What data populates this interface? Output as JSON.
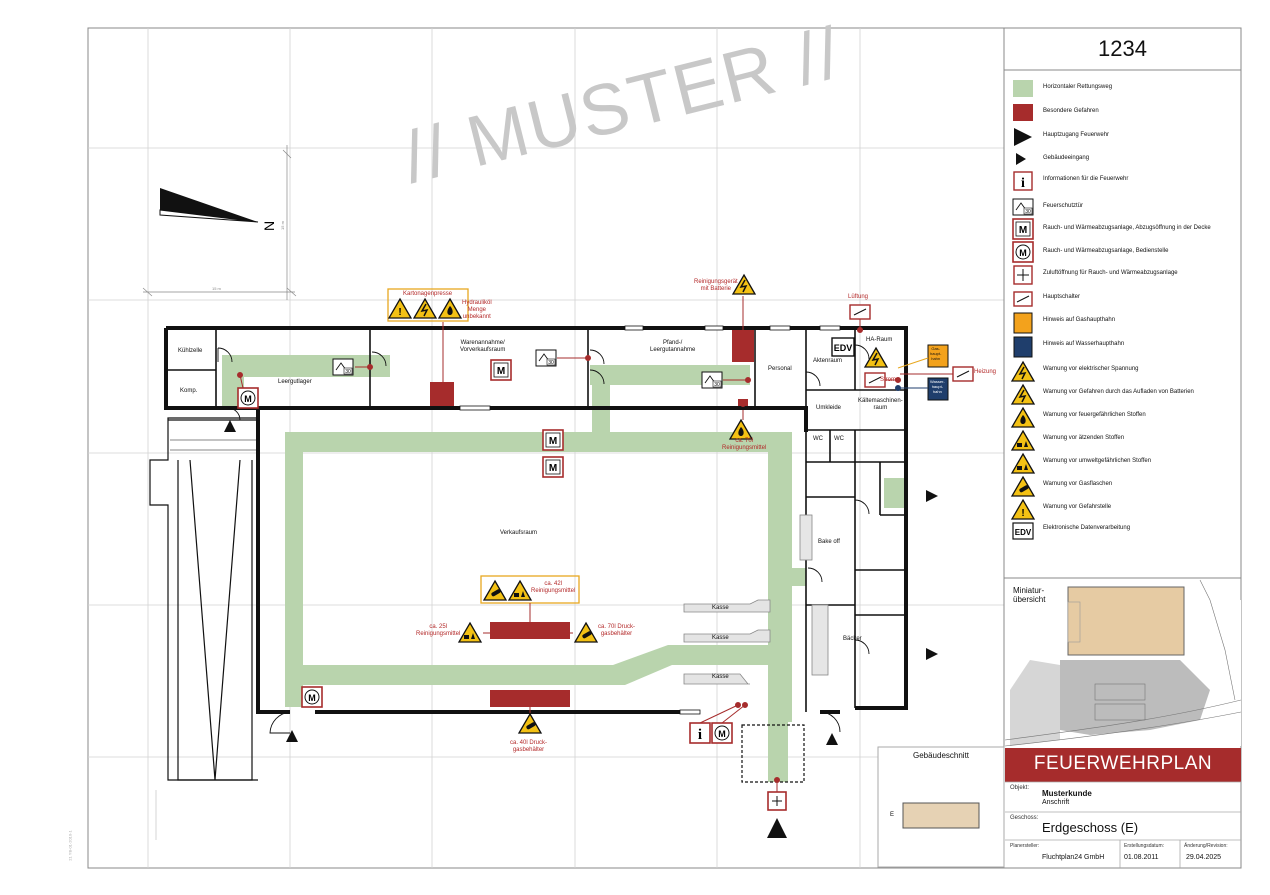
{
  "plan_number": "1234",
  "watermark": "// MUSTER //",
  "north_label": "N",
  "dimension_labels": {
    "horizontal": "15 m",
    "vertical": "15 m"
  },
  "legend": [
    {
      "icon": "green-swatch",
      "color": "#b9d4ad",
      "text": "Horizontaler Rettungsweg"
    },
    {
      "icon": "red-swatch",
      "color": "#a62c2c",
      "text": "Besondere Gefahren"
    },
    {
      "icon": "large-arrow-icon",
      "text": "Hauptzugang Feuerwehr"
    },
    {
      "icon": "small-arrow-icon",
      "text": "Gebäudeeingang"
    },
    {
      "icon": "info-icon",
      "text": "Informationen für die Feuerwehr"
    },
    {
      "icon": "fire-door-icon",
      "text": "Feuerschutztür"
    },
    {
      "icon": "smoke-vent-ceiling-icon",
      "text": "Rauch- und Wärmeabzugsanlage, Abzugsöffnung in der Decke"
    },
    {
      "icon": "smoke-vent-control-icon",
      "text": "Rauch- und Wärmeabzugsanlage, Bedienstelle"
    },
    {
      "icon": "air-inlet-icon",
      "text": "Zuluftöffnung für Rauch- und Wärmeabzugsanlage"
    },
    {
      "icon": "main-switch-icon",
      "text": "Hauptschalter"
    },
    {
      "icon": "gas-valve-icon",
      "text": "Hinweis auf Gashaupthahn"
    },
    {
      "icon": "water-valve-icon",
      "text": "Hinweis auf Wasserhaupthahn"
    },
    {
      "icon": "voltage-warning-icon",
      "text": "Warnung vor elektrischer Spannung"
    },
    {
      "icon": "battery-warning-icon",
      "text": "Warnung vor Gefahren durch das Aufladen von Batterien"
    },
    {
      "icon": "flammable-warning-icon",
      "text": "Warnung vor feuergefährlichen Stoffen"
    },
    {
      "icon": "corrosive-warning-icon",
      "text": "Warnung vor ätzenden Stoffen"
    },
    {
      "icon": "environment-warning-icon",
      "text": "Warnung vor umweltgefährlichen Stoffen"
    },
    {
      "icon": "gas-cylinder-warning-icon",
      "text": "Warnung vor Gasflaschen"
    },
    {
      "icon": "general-warning-icon",
      "text": "Warnung vor Gefahrstelle"
    },
    {
      "icon": "edv-icon",
      "text": "Elektronische Datenverarbeitung"
    }
  ],
  "miniature_title": "Miniatur-\nübersicht",
  "section_title": "Gebäudeschnitt",
  "section_floor_label": "E",
  "title_block": {
    "banner": "FEUERWEHRPLAN",
    "object_label": "Objekt:",
    "object_name": "Musterkunde",
    "object_address": "Anschrift",
    "floor_label": "Geschoss:",
    "floor_name": "Erdgeschoss (E)",
    "planner_label": "Planersteller:",
    "planner_name": "Fluchtplan24 GmbH",
    "created_label": "Erstellungsdatum:",
    "created_date": "01.08.2011",
    "revision_label": "Änderung/Revision:",
    "revision_date": "29.04.2025"
  },
  "rooms": {
    "kuehlzelle": "Kühlzelle",
    "komp": "Komp.",
    "leergutlager": "Leergutlager",
    "warenannahme": "Warenannahme/\nVorverkaufsraum",
    "pfand": "Pfand-/\nLeergutannahme",
    "personal": "Personal",
    "aktenraum": "Aktenraum",
    "ha_raum": "HA-Raum",
    "umkleide": "Umkleide",
    "kaeltemaschinen": "Kältemaschinen-\nraum",
    "wc1": "WC",
    "wc2": "WC",
    "verkaufsraum": "Verkaufsraum",
    "bake_off": "Bake off",
    "baecker": "Bäcker",
    "kasse1": "Kasse",
    "kasse2": "Kasse",
    "kasse3": "Kasse"
  },
  "annotations": {
    "kartonagenpresse": "Kartonagenpresse",
    "hydraulikoel": "Hydrauliköl\nMenge\nunbekannt",
    "reinigungsgeraet": "Reinigungsgerät\nmit Batterie",
    "lueftung": "Lüftung",
    "strom": "Strom",
    "heizung": "Heizung",
    "gas_valve": "Gas-\nhaupt-\nhahn",
    "water_valve": "Wasser-\nhaupt-\nhahn",
    "reinigungsmittel_70": "ca. 70l\nReinigungsmittel",
    "reinigungsmittel_42": "ca. 42l\nReinigungsmittel",
    "reinigungsmittel_25": "ca. 25l\nReinigungsmittel",
    "druckgas_70": "ca. 70l Druck-\ngasbehälter",
    "druckgas_40": "ca. 40l Druck-\ngasbehälter",
    "edv": "EDV",
    "door_rating": "30"
  },
  "side_code": "21 YB-01-2010-1"
}
